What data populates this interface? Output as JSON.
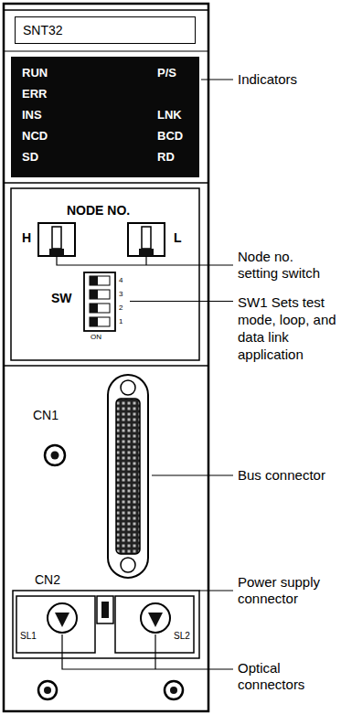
{
  "diagram": {
    "nodes": [
      {
        "text": [
          "SNT32"
        ]
      },
      {
        "text": [
          "RUN",
          "ERR",
          "INS",
          "NCD",
          "SD",
          "P/S",
          "LNK",
          "BCD",
          "RD"
        ]
      }
    ],
    "labels": [
      "Indicators",
      "NODE NO.",
      "H",
      "L",
      "Node no. setting switch",
      "SW",
      "4",
      "3",
      "2",
      "1",
      "ON",
      "SW1 Sets test mode, loop, and data link application",
      "CN1",
      "Bus connector",
      "CN2",
      "Power supply connector",
      "SL1",
      "SL2",
      "Optical connectors"
    ]
  }
}
